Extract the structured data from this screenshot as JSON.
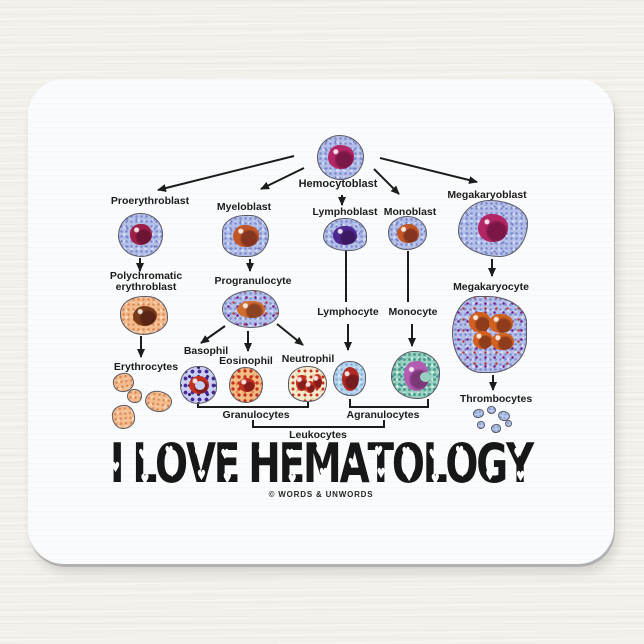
{
  "title": {
    "text": "I LOVE HEMATOLOGY",
    "credit": "© WORDS & UNWORDS"
  },
  "diagram": {
    "labels": {
      "hemocytoblast": "Hemocytoblast",
      "proerythroblast": "Proerythroblast",
      "myeloblast": "Myeloblast",
      "lymphoblast": "Lymphoblast",
      "monoblast": "Monoblast",
      "megakaryoblast": "Megakaryoblast",
      "polychromatic_line1": "Polychromatic",
      "polychromatic_line2": "erythroblast",
      "progranulocyte": "Progranulocyte",
      "erythrocytes": "Erythrocytes",
      "basophil": "Basophil",
      "eosinophil": "Eosinophil",
      "neutrophil": "Neutrophil",
      "lymphocyte": "Lymphocyte",
      "monocyte": "Monocyte",
      "megakaryocyte": "Megakaryocyte",
      "thrombocytes": "Thrombocytes",
      "granulocytes": "Granulocytes",
      "agranulocytes": "Agranulocytes",
      "leukocytes": "Leukocytes"
    }
  },
  "colors": {
    "bg": "#f2f0ea",
    "pad": "#fafbfc",
    "ink": "#1c1c1c",
    "title-color": "#171717",
    "heart-color": "#ffffff",
    "cyto-blue": "#b4bfe7",
    "speck-blue": "#7e8bd0",
    "cyto-eryth": "#f4bc8e",
    "speck-eryth": "#d98a55",
    "eryth-nucleus": "#7a3a18",
    "nuc-magenta": "#b42566",
    "nuc-darkred": "#9e2048",
    "nuc-orange": "#c25627",
    "nuc-purple": "#4e2890",
    "nuc-progran": "#d06c2e",
    "cyto-baso": "#c9cff0",
    "granule-purple": "#46279c",
    "cyto-eos": "#f2bc85",
    "cyto-neut": "#f4ebcc",
    "granule-red": "#c4311f",
    "cyto-lymph": "#b7d6ee",
    "nuc-lymphocyte": "#b02b24",
    "cyto-mono": "#98d0c1",
    "speck-mono": "#4da08c",
    "nuc-mono": "#b35cb2",
    "nuc-mega": "#d2611f",
    "cyto-thromb": "#b7c6ea",
    "speck-thromb": "#8ba1d6"
  }
}
